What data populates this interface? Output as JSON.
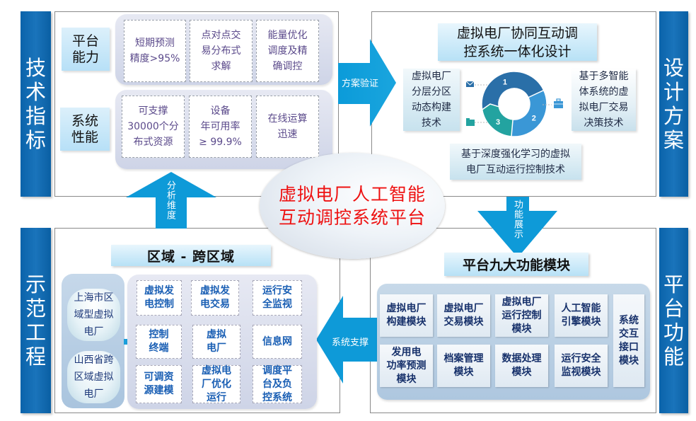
{
  "sides": {
    "top_left": [
      "技",
      "术",
      "指",
      "标"
    ],
    "top_right": [
      "设",
      "计",
      "方",
      "案"
    ],
    "bottom_left": [
      "示",
      "范",
      "工",
      "程"
    ],
    "bottom_right": [
      "平",
      "台",
      "功",
      "能"
    ]
  },
  "tech_indicators": {
    "rows": [
      {
        "label": "平台\n能力",
        "cells": [
          "短期预测\n精度>95%",
          "点对点交\n易分布式\n求解",
          "能量优化\n调度及精\n确调控"
        ]
      },
      {
        "label": "系统\n性能",
        "cells": [
          "可支撑\n30000个分\n布式资源",
          "设备\n年可用率\n≥ 99.9%",
          "在线运算\n迅速"
        ]
      }
    ]
  },
  "design": {
    "title": "虚拟电厂协同互动调\n控系统一体化设计",
    "left_tech": "虚拟电厂\n分层分区\n动态构建\n技术",
    "right_tech": "基于多智能\n体系统的虚\n拟电厂交易\n决策技术",
    "bottom_tech": "基于深度强化学习的虚拟\n电厂互动运行控制技术",
    "cycle": {
      "segments": [
        "1",
        "2",
        "3"
      ],
      "icons": [
        "mail-icon",
        "briefcase-icon",
        "folder-icon"
      ],
      "colors": [
        "#2a6fa8",
        "#3a97d6",
        "#23a3a0"
      ]
    }
  },
  "center": {
    "title_line1": "虚拟电厂人工智能",
    "title_line2": "互动调控系统平台",
    "color": "#ee1111"
  },
  "arrows": {
    "right": "方案验证",
    "down": "功能展示",
    "left": "系统支撑",
    "up": "分析维度",
    "color": "#0e9ad8"
  },
  "demo": {
    "title": "区域 - 跨区域",
    "sites": [
      "上海市区\n域型虚拟\n电厂",
      "山西省跨\n区域虚拟\n电厂"
    ],
    "grid": [
      "虚拟发\n电控制",
      "虚拟发\n电交易",
      "运行安\n全监视",
      "控制\n终端",
      "虚拟\n电厂",
      "信息网",
      "可调资\n源建模",
      "虚拟电\n厂优化\n运行",
      "调度平\n台及负\n控系统"
    ]
  },
  "modules": {
    "title": "平台九大功能模块",
    "row1": [
      "虚拟电厂\n构建模块",
      "虚拟电厂\n交易模块",
      "虚拟电厂\n运行控制\n模块",
      "人工智能\n引擎模块"
    ],
    "row2": [
      "发用电\n功率预测\n模块",
      "档案管理\n模块",
      "数据处理\n模块",
      "运行安全\n监视模块"
    ],
    "side": "系统\n交互\n接口\n模块"
  }
}
